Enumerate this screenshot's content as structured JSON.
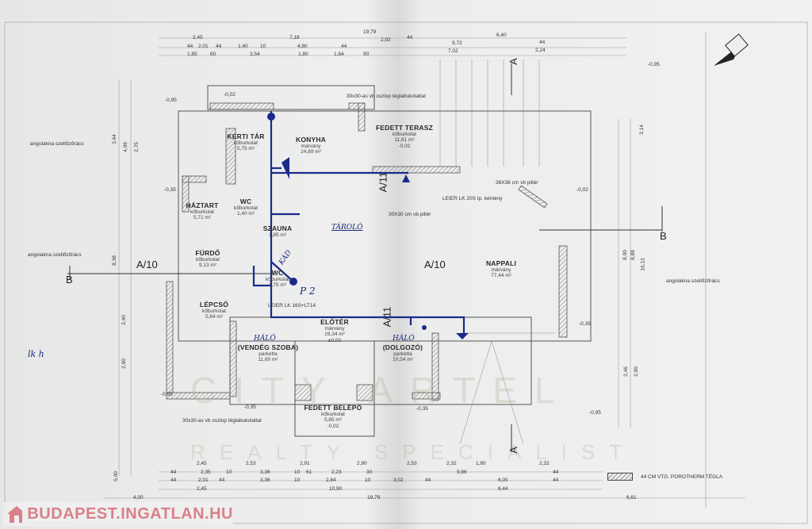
{
  "logo": {
    "text": "BUDAPEST.INGATLAN.HU"
  },
  "watermark": {
    "line1": "CITY ARTEL",
    "line2": "REALTY SPECIALIST"
  },
  "legend": {
    "label": "44 CM VTG. POROTHERM TÉGLA"
  },
  "rooms": [
    {
      "name": "KERTI TÁR",
      "material": "kőburkolat",
      "area": "5,75 m²"
    },
    {
      "name": "KONYHA",
      "material": "márvány",
      "area": "24,89 m²"
    },
    {
      "name": "FEDETT TERASZ",
      "material": "kőburkolat",
      "area": "11,61 m²",
      "level": "-0,02"
    },
    {
      "name": "HÁZTART",
      "material": "kőburkolat",
      "area": "5,71 m²"
    },
    {
      "name": "WC",
      "material": "kőburkolat",
      "area": "1,40 m²"
    },
    {
      "name": "SZAUNA",
      "area": "1,85 m²"
    },
    {
      "name": "FÜRDŐ",
      "material": "kőburkolat",
      "area": "9,13 m²"
    },
    {
      "name": "WC",
      "material": "kőburkolat",
      "area": "1,75 m²"
    },
    {
      "name": "LÉPCSŐ",
      "material": "kőburkolat",
      "area": "5,64 m²"
    },
    {
      "name": "ELŐTÉR",
      "material": "márvány",
      "area": "19,34 m²",
      "level": "±0,00"
    },
    {
      "name": "(VENDÉG SZOBA)",
      "material": "parketta",
      "area": "11,60 m²"
    },
    {
      "name": "(DOLGOZÓ)",
      "material": "parketta",
      "area": "10,54 m²"
    },
    {
      "name": "FEDETT BELÉPŐ",
      "material": "kőburkolat",
      "area": "5,85 m²",
      "level": "-0,02"
    },
    {
      "name": "NAPPALI",
      "material": "márvány",
      "area": "77,44 m²"
    }
  ],
  "notes": {
    "column_top": "30x30-as vb oszlop téglabukolattal",
    "column_bottom": "30x30-as vb oszlop téglabukolattal",
    "lintel": "LEIER LK 16S+LT14",
    "chimney": "LEIER LK 20S tp. kémény",
    "pillar30": "30X30 cm vb pillér",
    "pillar38": "38X38 cm vb pillér",
    "vent_left1": "angolakna szellőzőrács",
    "vent_left2": "angolakna szellőzőrács",
    "vent_right": "angolakna szellőzőrács"
  },
  "section_marks": {
    "a10": "A/10",
    "a11": "A/11",
    "b": "B",
    "a": "A"
  },
  "handwritten": {
    "storage": "TÁROLÓ",
    "bedroom": "HÁLÓ",
    "p2": "P 2",
    "bath": "KÁD",
    "margin": "lk h"
  },
  "levels": [
    "-0,95",
    "-0,02",
    "-0,35",
    "-0,35",
    "-0,95",
    "-0,35",
    "-0,35",
    "-0,95",
    "-0,02",
    "-0,95"
  ],
  "dims_top": {
    "row0": [
      "2,45",
      "7,18",
      "19,79",
      "2,92",
      "6,40"
    ],
    "row1": [
      "44",
      "2,01",
      "44",
      "1,40",
      "10",
      "4,80",
      "44",
      "44",
      "9,72",
      "44"
    ],
    "row2": [
      "1,85",
      "60",
      "3,54",
      "1,80",
      "1,84",
      "90",
      "7,02",
      "2,24"
    ]
  },
  "dims_bottom": {
    "row0": [
      "2,45",
      "2,53",
      "2,91",
      "2,90",
      "2,53",
      "2,32",
      "1,80",
      "2,32"
    ],
    "row1": [
      "44",
      "2,35",
      "10",
      "3,36",
      "10",
      "61",
      "2,23",
      "30",
      "9,86",
      "44"
    ],
    "row2": [
      "44",
      "2,01",
      "44",
      "3,36",
      "10",
      "2,84",
      "10",
      "3,02",
      "44",
      "6,00",
      "44"
    ],
    "row3": [
      "2,45",
      "10,90",
      "6,44"
    ],
    "row4": [
      "4,00",
      "19,79",
      "6,61"
    ]
  },
  "dims_side": {
    "left": [
      "3,64",
      "4,09",
      "2,75",
      "8,38",
      "2,40",
      "2,90",
      "5,00"
    ],
    "right": [
      "8,00",
      "8,88",
      "16,13",
      "3,14",
      "2,46",
      "2,90"
    ]
  }
}
